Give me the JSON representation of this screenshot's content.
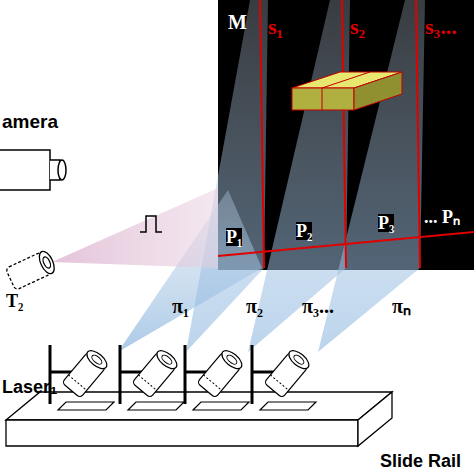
{
  "diagram": {
    "nodes": [
      {
        "text": [
          "M"
        ]
      }
    ],
    "labels": [
      "amera",
      "s₁",
      "s₂",
      "s₃...",
      "P₁",
      "P₂",
      "P₃",
      "... Pₙ",
      "π₁",
      "π₂",
      "π₃...",
      "πₙ",
      "T₂",
      "Laser₁",
      "Slide Rail"
    ]
  }
}
